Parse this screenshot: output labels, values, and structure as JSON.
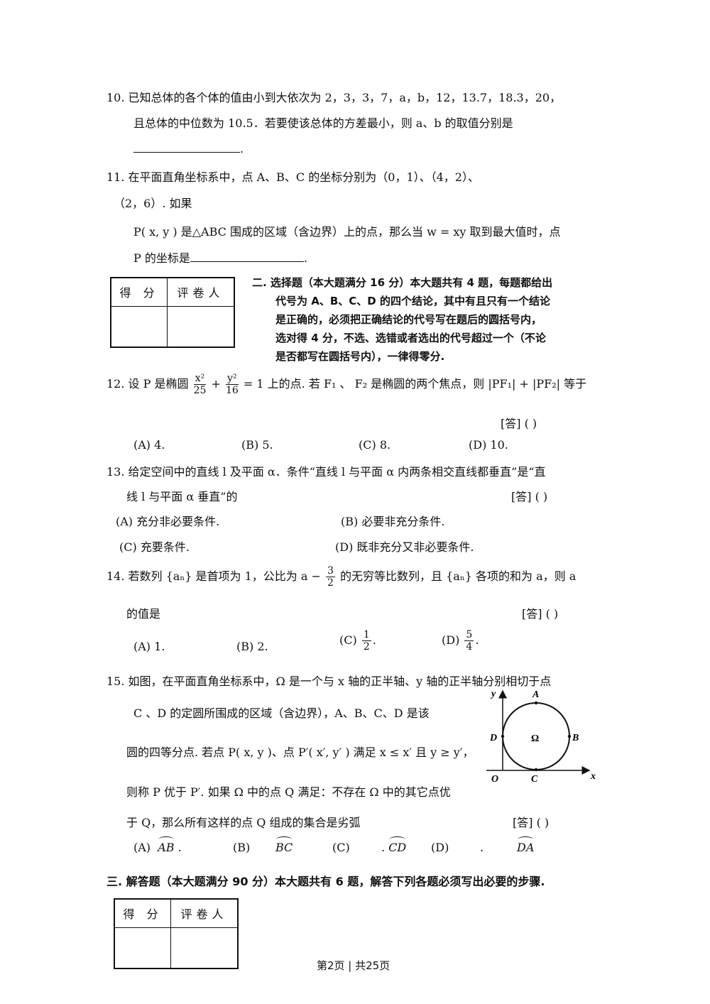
{
  "q10": {
    "line1": "10.  已知总体的各个体的值由小到大依次为 2，3，3，7，a，b，12，13.7，18.3，20，",
    "line2": "且总体的中位数为 10.5．若要使该总体的方差最小，则 a、b 的取值分别是",
    "line3_end": "."
  },
  "q11": {
    "line1": "11.  在平面直角坐标系中，点 A、B、C 的坐标分别为（0，1）、（4，2）、",
    "line2": "（2，6）. 如果",
    "line3": "P( x, y ) 是△ABC 围成的区域（含边界）上的点，那么当 w = xy 取到最大值时，点",
    "line4_start": "P 的坐标是",
    "line4_end": "."
  },
  "score_box": {
    "col1": "得 分",
    "col2": "评卷人"
  },
  "section2": {
    "line1": "二. 选择题（本大题满分 16 分）本大题共有 4 题，每题都给出",
    "line2": "代号为 A、B、C、D 的四个结论，其中有且只有一个结论",
    "line3": "是正确的，必须把正确结论的代号写在题后的圆括号内，",
    "line4": "选对得 4 分，不选、选错或者选出的代号超过一个（不论",
    "line5": "是否都写在圆括号内），一律得零分."
  },
  "q12": {
    "pre": "12. 设 P 是椭圆",
    "f1_num": "x²",
    "f1_den": "25",
    "plus": "+",
    "f2_num": "y²",
    "f2_den": "16",
    "post": "= 1 上的点. 若 F₁ 、 F₂ 是椭圆的两个焦点，则 |PF₁| + |PF₂| 等于",
    "answer": "[答] (      )",
    "options": [
      "(A)   4.",
      "(B)  5.",
      "(C)    8.",
      "(D)    10."
    ]
  },
  "q13": {
    "line1": "13. 给定空间中的直线 l 及平面 α．条件“直线 l 与平面 α 内两条相交直线都垂直”是“直",
    "line2": "线 l 与平面 α 垂直”的",
    "answer": "[答] (      )",
    "optA": "(A)  充分非必要条件.",
    "optB": "(B)  必要非充分条件.",
    "optC": "(C)  充要条件.",
    "optD": "(D)  既非充分又非必要条件."
  },
  "q14": {
    "pre": "14. 若数列 {aₙ} 是首项为 1，公比为 a −",
    "f_num": "3",
    "f_den": "2",
    "post": "的无穷等比数列，且 {aₙ} 各项的和为 a，则 a",
    "line2": "的值是",
    "answer": "[答] (      )",
    "optA": "(A) 1.",
    "optB": "(B) 2.",
    "optC_pre": "(C)",
    "optC_num": "1",
    "optC_den": "2",
    "optD_pre": "(D)",
    "optD_num": "5",
    "optD_den": "4",
    "period": "."
  },
  "q15": {
    "line1": "15. 如图，在平面直角坐标系中，Ω 是一个与 x 轴的正半轴、y 轴的正半轴分别相切于点",
    "line2": "C 、D 的定圆所围成的区域（含边界），A、B、C、D 是该",
    "line3": "圆的四等分点. 若点 P( x, y )、点 P′( x′, y′ ) 满足 x ≤ x′ 且 y ≥ y′，",
    "line4": "则称 P 优于 P′. 如果 Ω 中的点 Q 满足：不存在 Ω 中的其它点优",
    "line5": "于 Q，那么所有这样的点 Q 组成的集合是劣弧",
    "answer": "[答] (      )",
    "optA": "(A)",
    "arcA": "AB",
    "optA_end": ".",
    "optB": "(B)",
    "arcB": "BC",
    "optC": "(C)",
    "optC_dot": ".",
    "arcC": "CD",
    "optD": "(D)",
    "optD_dot": ".",
    "arcD": "DA"
  },
  "figure": {
    "y_label": "y",
    "x_label": "x",
    "o_label": "O",
    "A": "A",
    "B": "B",
    "C": "C",
    "D": "D",
    "omega": "Ω"
  },
  "section3": "三. 解答题（本大题满分 90 分）本大题共有 6 题，解答下列各题必须写出必要的步骤.",
  "footer": "第2页 | 共25页"
}
